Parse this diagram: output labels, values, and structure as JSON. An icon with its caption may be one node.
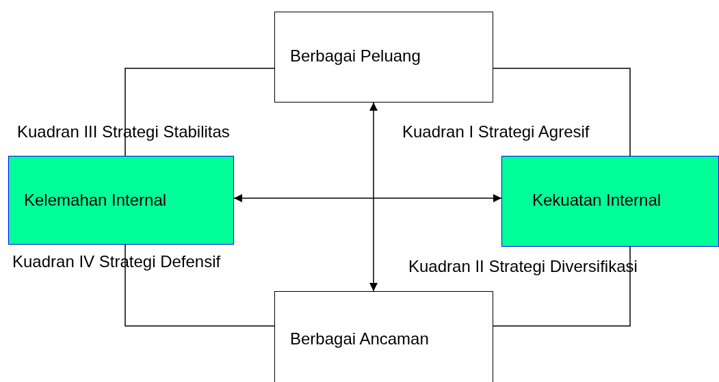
{
  "diagram": {
    "nodes": [
      {
        "text": [
          "Berbagai Peluang"
        ]
      },
      {
        "text": [
          "Kelemahan Internal"
        ]
      },
      {
        "text": [
          "Kekuatan Internal"
        ]
      },
      {
        "text": [
          "Berbagai Ancaman"
        ]
      }
    ],
    "edges": [
      {
        "from": 0,
        "to": 1,
        "arrow": "none"
      },
      {
        "from": 0,
        "to": 2,
        "arrow": "none"
      },
      {
        "from": 1,
        "to": 3,
        "arrow": "none"
      },
      {
        "from": 2,
        "to": 3,
        "arrow": "none"
      },
      {
        "from": 1,
        "to": 2,
        "arrow": "both"
      },
      {
        "from": 0,
        "to": 3,
        "arrow": "both"
      }
    ],
    "labels": [
      "Kuadran III Strategi Stabilitas",
      "Kuadran I Strategi Agresif",
      "Kuadran IV Strategi Defensif",
      "Kuadran II Strategi Diversifikasi"
    ]
  }
}
